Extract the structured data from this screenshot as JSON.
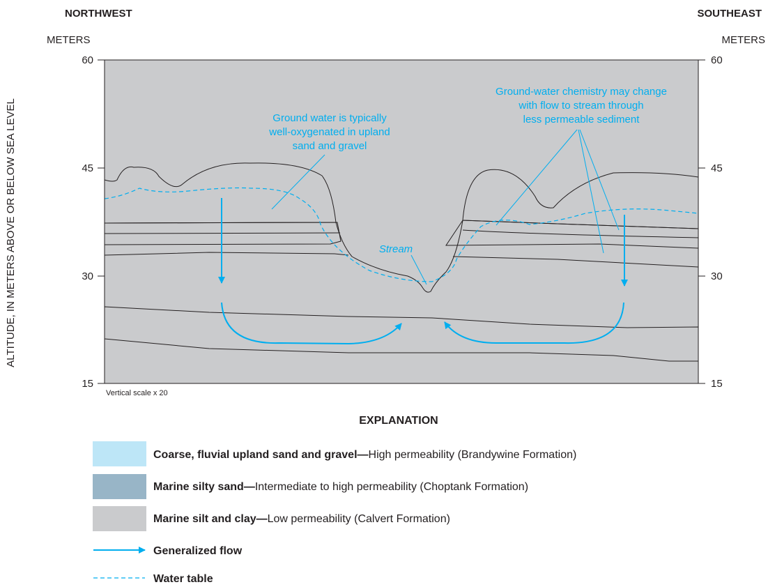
{
  "header": {
    "left_direction": "NORTHWEST",
    "right_direction": "SOUTHEAST",
    "left_units": "METERS",
    "right_units": "METERS",
    "y_axis_label": "ALTITUDE, IN METERS ABOVE OR BELOW SEA LEVEL",
    "y_ticks": [
      "60",
      "45",
      "30",
      "15"
    ],
    "scale_note": "Vertical scale x 20"
  },
  "annotations": {
    "upland_note": [
      "Ground water is typically",
      "well-oxygenated in upland",
      "sand and gravel"
    ],
    "chemistry_note": [
      "Ground-water chemistry may change",
      "with flow to stream through",
      "less permeable sediment"
    ],
    "stream_label": "Stream"
  },
  "colors": {
    "sand_gravel": "#bde6f7",
    "silty_sand": "#98b5c7",
    "silt_clay": "#cacbcd",
    "flow": "#00aeef"
  },
  "explanation": {
    "title": "EXPLANATION",
    "items": [
      {
        "bold": "Coarse, fluvial upland sand and gravel—",
        "text": "High permeability (Brandywine Formation)"
      },
      {
        "bold": "Marine silty sand—",
        "text": "Intermediate to high permeability (Choptank Formation)"
      },
      {
        "bold": "Marine silt and clay—",
        "text": "Low permeability (Calvert Formation)"
      },
      {
        "bold": "Generalized flow",
        "text": ""
      },
      {
        "bold": "Water table",
        "text": ""
      }
    ]
  }
}
